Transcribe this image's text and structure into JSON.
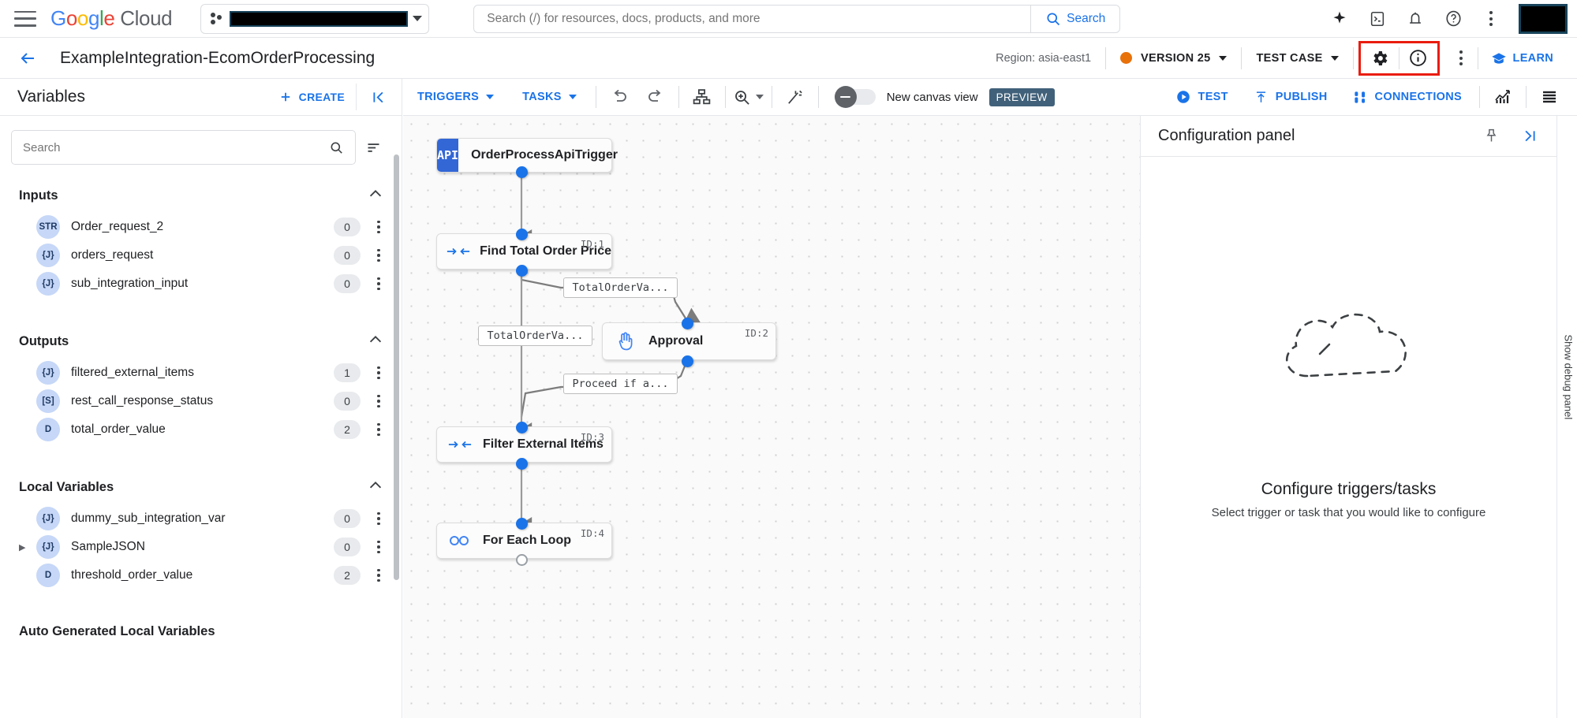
{
  "topbar": {
    "menu_icon": "hamburger-icon",
    "logo": {
      "google": "Google",
      "cloud": "Cloud"
    },
    "project_picker": {
      "label": "",
      "redacted": true
    },
    "search": {
      "placeholder": "Search (/) for resources, docs, products, and more",
      "value": "",
      "button_label": "Search"
    },
    "icons": [
      "gemini-sparkle-icon",
      "cloud-shell-icon",
      "notifications-bell-icon",
      "help-icon",
      "kebab-menu-icon"
    ],
    "avatar_redacted": true
  },
  "pageheader": {
    "back_label": "←",
    "title": "ExampleIntegration-EcomOrderProcessing",
    "region": "Region: asia-east1",
    "version_label": "VERSION 25",
    "version_dot_color": "#e8710a",
    "test_case_label": "TEST CASE",
    "settings_icon": "gear-icon",
    "info_icon": "info-icon",
    "highlight_color": "#ea1c0d",
    "more_icon": "kebab-menu-icon",
    "learn_label": "LEARN"
  },
  "toolbar": {
    "triggers_label": "TRIGGERS",
    "tasks_label": "TASKS",
    "undo_icon": "undo-icon",
    "redo_icon": "redo-icon",
    "layout_icon": "auto-layout-icon",
    "zoom_icon": "zoom-in-icon",
    "magic_icon": "magic-wand-icon",
    "canvas_toggle": {
      "label": "New canvas view",
      "badge": "PREVIEW",
      "enabled": false
    },
    "test_label": "TEST",
    "publish_label": "PUBLISH",
    "connections_label": "CONNECTIONS",
    "analytics_icon": "analytics-chart-icon",
    "logs_icon": "logs-list-icon"
  },
  "variables_panel": {
    "title": "Variables",
    "create_label": "CREATE",
    "collapse_icon": "collapse-left-icon",
    "search": {
      "placeholder": "Search",
      "value": ""
    },
    "sort_icon": "sort-icon",
    "sections": [
      {
        "title": "Inputs",
        "items": [
          {
            "type": "STR",
            "name": "Order_request_2",
            "count": "0",
            "expandable": false
          },
          {
            "type": "{J}",
            "name": "orders_request",
            "count": "0",
            "expandable": false
          },
          {
            "type": "{J}",
            "name": "sub_integration_input",
            "count": "0",
            "expandable": false
          }
        ]
      },
      {
        "title": "Outputs",
        "items": [
          {
            "type": "{J}",
            "name": "filtered_external_items",
            "count": "1",
            "expandable": false
          },
          {
            "type": "[S]",
            "name": "rest_call_response_status",
            "count": "0",
            "expandable": false
          },
          {
            "type": "D",
            "name": "total_order_value",
            "count": "2",
            "expandable": false
          }
        ]
      },
      {
        "title": "Local Variables",
        "items": [
          {
            "type": "{J}",
            "name": "dummy_sub_integration_var",
            "count": "0",
            "expandable": false
          },
          {
            "type": "{J}",
            "name": "SampleJSON",
            "count": "0",
            "expandable": true
          },
          {
            "type": "D",
            "name": "threshold_order_value",
            "count": "2",
            "expandable": false
          }
        ]
      },
      {
        "title": "Auto Generated Local Variables",
        "items": []
      }
    ]
  },
  "canvas": {
    "nodes": [
      {
        "label": "OrderProcessApiTrigger",
        "icon": "api-trigger-icon",
        "id_label": "",
        "kind": "trigger"
      },
      {
        "label": "Find Total Order Price",
        "icon": "data-mapping-icon",
        "id_label": "ID:1",
        "kind": "task"
      },
      {
        "label": "Approval",
        "icon": "approval-hand-icon",
        "id_label": "ID:2",
        "kind": "task"
      },
      {
        "label": "Filter External Items",
        "icon": "data-mapping-icon",
        "id_label": "ID:3",
        "kind": "task"
      },
      {
        "label": "For Each Loop",
        "icon": "for-each-loop-icon",
        "id_label": "ID:4",
        "kind": "task"
      }
    ],
    "edge_labels": [
      "TotalOrderVa...",
      "TotalOrderVa...",
      "Proceed if a..."
    ]
  },
  "config_panel": {
    "title": "Configuration panel",
    "pin_icon": "pin-icon",
    "expand_icon": "collapse-right-icon",
    "empty_title": "Configure triggers/tasks",
    "empty_subtitle": "Select trigger or task that you would like to configure",
    "illustration": "dashed-cloud-icon"
  },
  "debug_panel": {
    "label": "Show debug panel"
  }
}
